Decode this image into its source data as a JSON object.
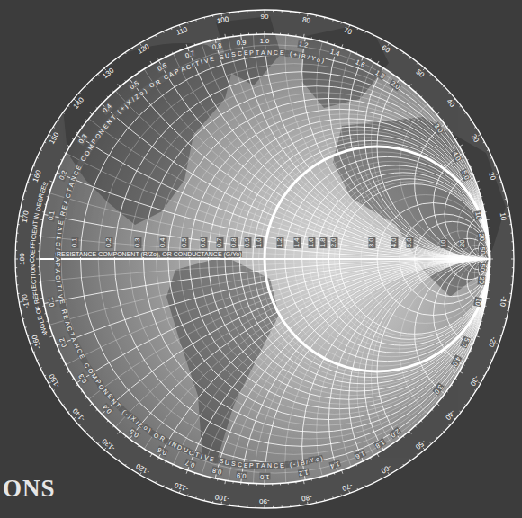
{
  "diagram": {
    "labels": [
      "INDUCTIVE REACTANCE COMPONENT (+jX/Zo) OR CAPACITIVE SUSCEPTANCE (+jB/Yo)",
      "CAPACITIVE REACTANCE COMPONENT (-jX/Zo) OR INDUCTIVE SUSCEPTANCE (-jB/Yo)",
      "RESISTANCE COMPONENT (R/Zo), OR CONDUCTANCE (G/Yo)",
      "ANGLE OF REFLECTION COEFFICIENT IN DEGREES",
      "10",
      "20",
      "30",
      "40",
      "50",
      "60",
      "70",
      "80",
      "90",
      "100",
      "110",
      "120",
      "130",
      "140",
      "150",
      "160",
      "170",
      "180",
      "-10",
      "-20",
      "-30",
      "-40",
      "-50",
      "-60",
      "-70",
      "-80",
      "-90",
      "-100",
      "-110",
      "-120",
      "-130",
      "-140",
      "-150",
      "-160",
      "-170",
      "0.1",
      "0.2",
      "0.3",
      "0.4",
      "0.5",
      "0.6",
      "0.7",
      "0.8",
      "0.9",
      "1.0",
      "1.2",
      "1.4",
      "1.6",
      "1.8",
      "2.0",
      "3.0",
      "4.0",
      "5.0",
      "10",
      "20",
      "0.1",
      "0.2",
      "0.3",
      "0.4",
      "0.5",
      "0.6",
      "0.7",
      "0.8",
      "0.9",
      "1.0",
      "1.2",
      "1.4",
      "1.6",
      "1.8",
      "2.0",
      "3.0",
      "4.0",
      "5.0",
      "10",
      "20",
      "50",
      "0.1",
      "0.2",
      "0.3",
      "0.4",
      "0.5",
      "0.6",
      "0.7",
      "0.8",
      "0.9",
      "1.0",
      "1.2",
      "1.4",
      "1.6",
      "1.8",
      "2.0",
      "3.0",
      "4.0",
      "5.0",
      "10",
      "20",
      "50",
      "ONS"
    ]
  }
}
